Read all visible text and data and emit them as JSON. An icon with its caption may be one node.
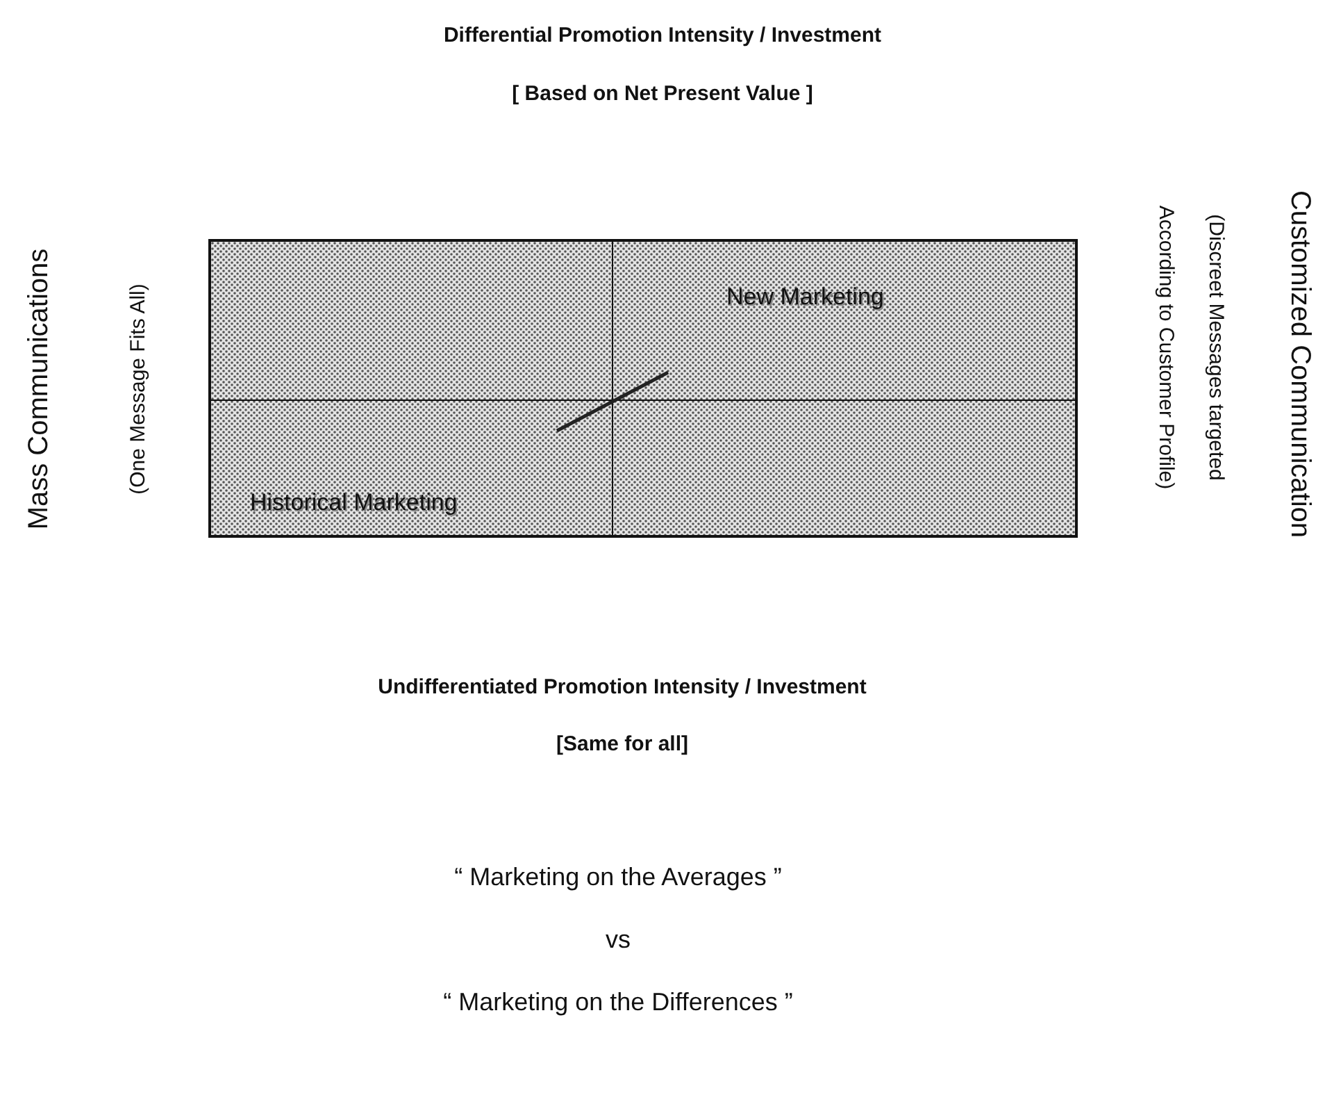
{
  "diagram": {
    "nodes": [
      {
        "text": [
          "New Marketing",
          "Historical Marketing"
        ]
      }
    ],
    "edges": [],
    "labels": [
      "Differential Promotion Intensity / Investment",
      "[ Based on Net Present Value ]",
      "Mass Communications",
      "(One Message Fits All)",
      "Customized Communication",
      "(Discreet Messages targeted According to Customer Profile)",
      "Undifferentiated Promotion Intensity / Investment",
      "[Same for all]",
      "“ Marketing on the Averages ”",
      "vs",
      "“ Marketing on the Differences ”"
    ]
  }
}
